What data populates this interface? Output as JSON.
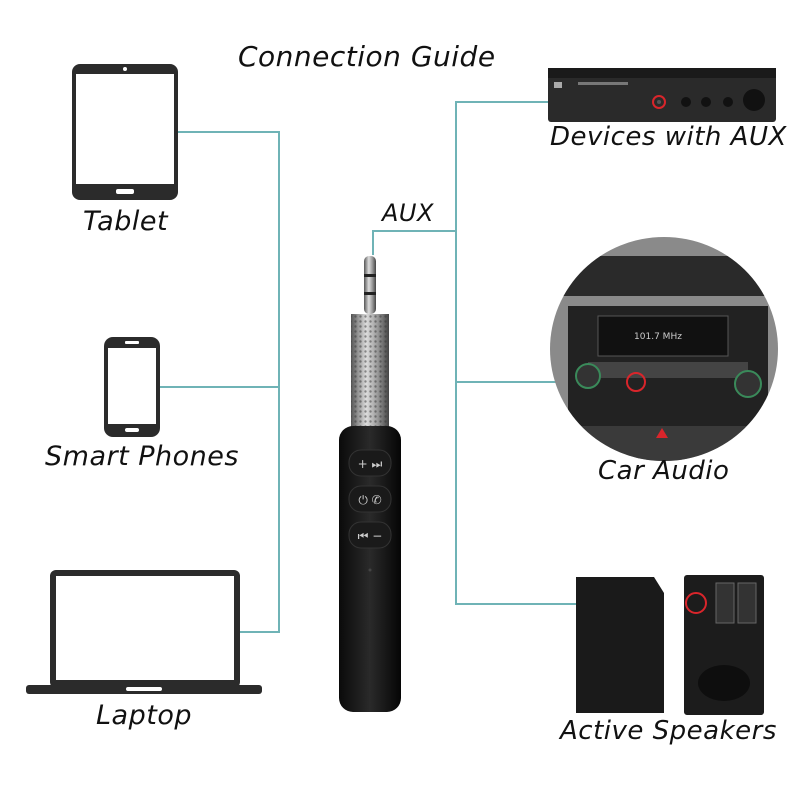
{
  "title": "Connection Guide",
  "center": {
    "label": "AUX",
    "device": "bluetooth-aux-receiver",
    "buttons": [
      {
        "name": "volume-up-next",
        "glyphs": "+ ⏭"
      },
      {
        "name": "power-call",
        "glyphs": "⏻ ✆"
      },
      {
        "name": "previous-volume-down",
        "glyphs": "⏮ −"
      }
    ]
  },
  "left_devices": [
    {
      "id": "tablet",
      "label": "Tablet"
    },
    {
      "id": "smart-phones",
      "label": "Smart Phones"
    },
    {
      "id": "laptop",
      "label": "Laptop"
    }
  ],
  "right_devices": [
    {
      "id": "devices-with-aux",
      "label": "Devices with AUX"
    },
    {
      "id": "car-audio",
      "label": "Car Audio"
    },
    {
      "id": "active-speakers",
      "label": "Active Speakers"
    }
  ],
  "colors": {
    "wire": "#6fb3b6",
    "device_outline": "#2b2b2b",
    "highlight": "#d9252b"
  }
}
